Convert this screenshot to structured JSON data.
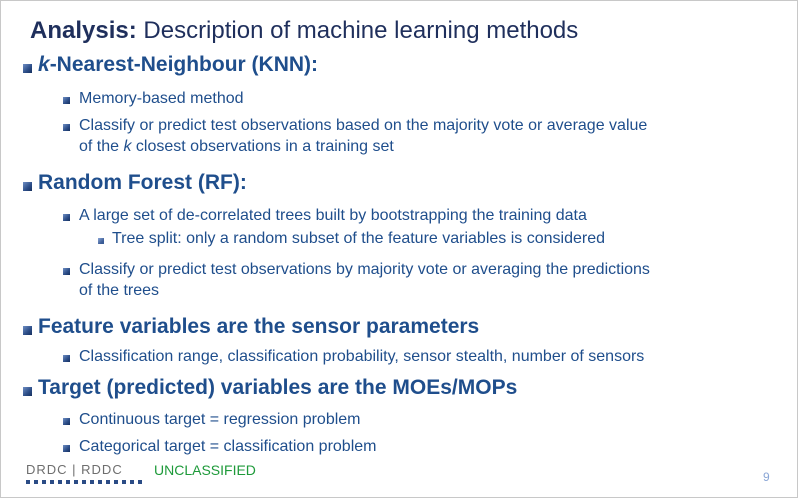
{
  "title": {
    "bold": "Analysis:",
    "rest": " Description of machine learning methods"
  },
  "sections": [
    {
      "heading_italic": "k",
      "heading_rest": "-Nearest-Neighbour (KNN):",
      "items": [
        {
          "text": "Memory-based method"
        },
        {
          "line1": "Classify or predict test observations based on the majority vote or average value",
          "line2_pre": "of the ",
          "line2_italic": "k",
          "line2_post": " closest observations in a training set"
        }
      ]
    },
    {
      "heading": "Random Forest (RF):",
      "items": [
        {
          "text": "A large set of de-correlated trees built by bootstrapping the training data",
          "sub": "Tree split: only a random subset of the feature variables is considered"
        },
        {
          "line1": "Classify or predict test observations by majority vote or averaging the predictions",
          "line2": "of the trees"
        }
      ]
    },
    {
      "heading": "Feature variables are the sensor parameters",
      "items": [
        {
          "text": "Classification range, classification probability, sensor stealth, number of sensors"
        }
      ]
    },
    {
      "heading": "Target (predicted) variables are the MOEs/MOPs",
      "items": [
        {
          "text": "Continuous target = regression problem"
        },
        {
          "text": "Categorical target = classification problem"
        }
      ]
    }
  ],
  "footer": {
    "logo": "DRDC | RDDC",
    "classification": "UNCLASSIFIED",
    "page_number": "9"
  }
}
